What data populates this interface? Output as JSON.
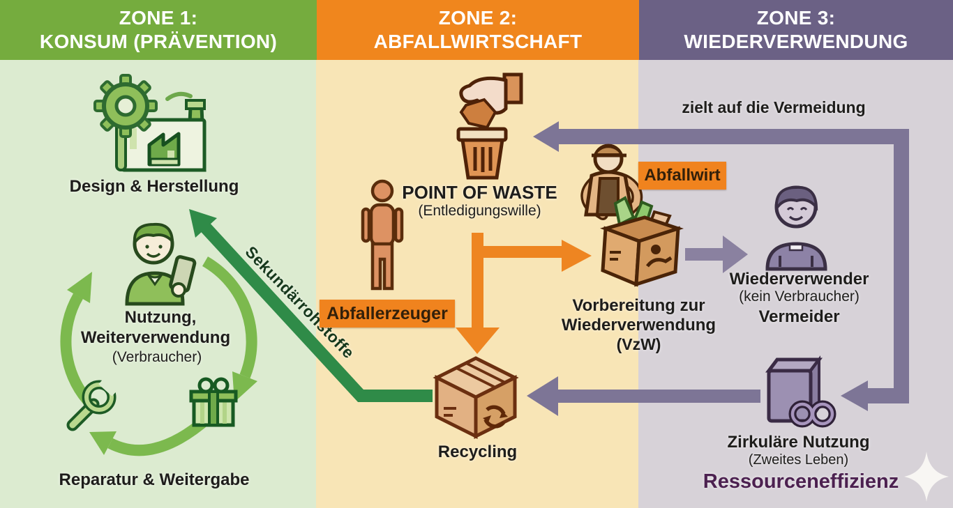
{
  "colors": {
    "zone1_header": "#75ac3e",
    "zone1_bg": "#dcebd0",
    "zone2_header": "#f0861d",
    "zone2_bg": "#f8e5b6",
    "zone3_header": "#6b6185",
    "zone3_bg": "#d7d2d8",
    "orange_arrow": "#ee8521",
    "purple_arrow": "#7d7596",
    "dark_green_arrow": "#2f8b48",
    "light_green_cycle": "#7cb94e",
    "badge_bg": "#f0831e",
    "header_text": "#ffffff",
    "label_text": "#1e1d1b",
    "ressourcen_text": "#4c2150"
  },
  "zone1": {
    "title_line1": "ZONE 1:",
    "title_line2": "KONSUM (PRÄVENTION)",
    "design_herstellung": "Design & Herstellung",
    "nutzung_line1": "Nutzung,",
    "nutzung_line2": "Weiterverwendung",
    "nutzung_line3": "(Verbraucher)",
    "reparatur_weitergabe": "Reparatur & Weitergabe"
  },
  "zone2": {
    "title_line1": "ZONE 2:",
    "title_line2": "ABFALLWIRTSCHAFT",
    "point_of_waste": "POINT OF WASTE",
    "entledigungswille": "(Entledigungswille)",
    "abfallerzeuger_badge": "Abfallerzeuger",
    "abfallwirt_badge": "Abfallwirt",
    "vorbereitung_line1": "Vorbereitung zur",
    "vorbereitung_line2": "Wiederverwendung",
    "vorbereitung_line3": "(VzW)",
    "recycling": "Recycling"
  },
  "zone3": {
    "title_line1": "ZONE 3:",
    "title_line2": "WIEDERVERWENDUNG",
    "zielt_auf_die_vermeidung": "zielt auf die Vermeidung",
    "wiederverwender": "Wiederverwender",
    "kein_verbraucher": "(kein Verbraucher)",
    "vermeider": "Vermeider",
    "zirkulaere_line1": "Zirkuläre Nutzung",
    "zirkulaere_line2": "(Zweites Leben)",
    "ressourceneffizienz": "Ressourceneffizienz"
  },
  "arrows": {
    "sekundaerrohstoffe_label": "Sekundärrohstoffe"
  }
}
